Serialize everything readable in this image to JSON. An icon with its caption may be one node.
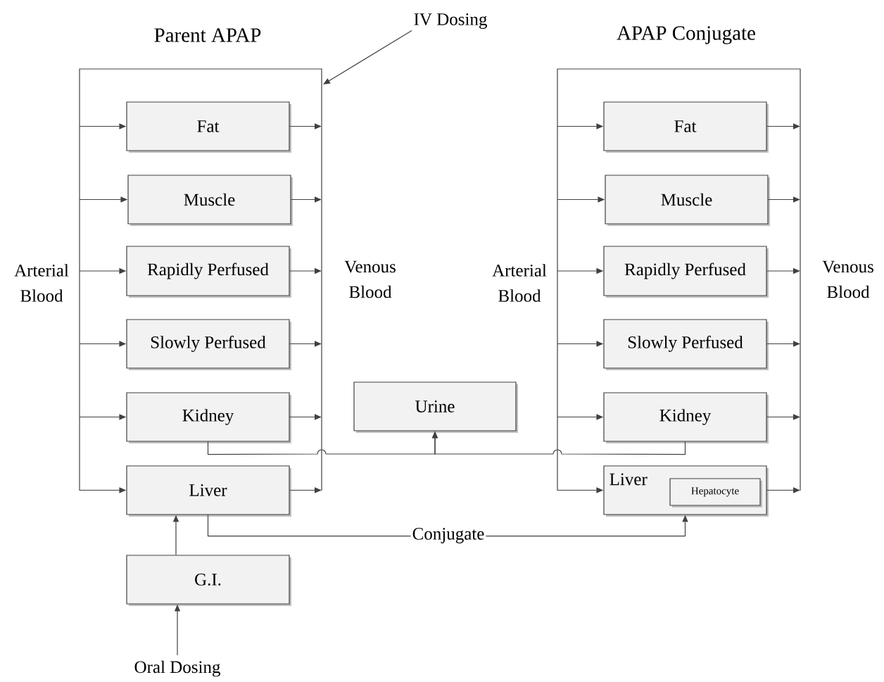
{
  "diagram": {
    "nodes": [
      {
        "text": [
          "Fat"
        ]
      },
      {
        "text": [
          "Muscle"
        ]
      },
      {
        "text": [
          "Rapidly Perfused"
        ]
      },
      {
        "text": [
          "Slowly Perfused"
        ]
      },
      {
        "text": [
          "Kidney"
        ]
      },
      {
        "text": [
          "Liver"
        ]
      },
      {
        "text": [
          "G.I."
        ]
      },
      {
        "text": [
          "Urine"
        ]
      },
      {
        "text": [
          "Fat"
        ]
      },
      {
        "text": [
          "Muscle"
        ]
      },
      {
        "text": [
          "Rapidly Perfused"
        ]
      },
      {
        "text": [
          "Slowly Perfused"
        ]
      },
      {
        "text": [
          "Kidney"
        ]
      },
      {
        "text": [
          "Liver"
        ]
      },
      {
        "text": [
          "Hepatocyte"
        ],
        "in": 13
      },
      {
        "text": [
          "Oral Dosing"
        ]
      },
      {
        "text": [
          "IV Dosing"
        ]
      }
    ],
    "edges": [
      {
        "from": null,
        "to": 0,
        "arrow": "to"
      },
      {
        "from": null,
        "to": 1,
        "arrow": "to"
      },
      {
        "from": null,
        "to": 2,
        "arrow": "to"
      },
      {
        "from": null,
        "to": 3,
        "arrow": "to"
      },
      {
        "from": null,
        "to": 4,
        "arrow": "to"
      },
      {
        "from": null,
        "to": 5,
        "arrow": "to"
      },
      {
        "from": 0,
        "to": null,
        "arrow": "to"
      },
      {
        "from": 1,
        "to": null,
        "arrow": "to"
      },
      {
        "from": 2,
        "to": null,
        "arrow": "to"
      },
      {
        "from": 3,
        "to": null,
        "arrow": "to"
      },
      {
        "from": 4,
        "to": null,
        "arrow": "to"
      },
      {
        "from": 5,
        "to": null,
        "arrow": "to"
      },
      {
        "from": null,
        "to": 8,
        "arrow": "to"
      },
      {
        "from": null,
        "to": 9,
        "arrow": "to"
      },
      {
        "from": null,
        "to": 10,
        "arrow": "to"
      },
      {
        "from": null,
        "to": 11,
        "arrow": "to"
      },
      {
        "from": null,
        "to": 12,
        "arrow": "to"
      },
      {
        "from": null,
        "to": 13,
        "arrow": "to"
      },
      {
        "from": 8,
        "to": null,
        "arrow": "to"
      },
      {
        "from": 9,
        "to": null,
        "arrow": "to"
      },
      {
        "from": 10,
        "to": null,
        "arrow": "to"
      },
      {
        "from": 11,
        "to": null,
        "arrow": "to"
      },
      {
        "from": 12,
        "to": null,
        "arrow": "to"
      },
      {
        "from": 13,
        "to": null,
        "arrow": "to"
      },
      {
        "from": 15,
        "to": 6,
        "arrow": "to"
      },
      {
        "from": 6,
        "to": 5,
        "arrow": "to"
      },
      {
        "from": 16,
        "to": null,
        "arrow": "to"
      },
      {
        "from": 4,
        "to": 7,
        "arrow": "to"
      },
      {
        "from": 12,
        "to": 7,
        "arrow": "to"
      },
      {
        "from": 5,
        "to": 13,
        "arrow": "to",
        "label": "Conjugate"
      }
    ],
    "labels": [
      "Parent APAP",
      "APAP Conjugate",
      "Arterial Blood",
      "Venous Blood",
      "Arterial Blood",
      "Venous Blood"
    ]
  }
}
